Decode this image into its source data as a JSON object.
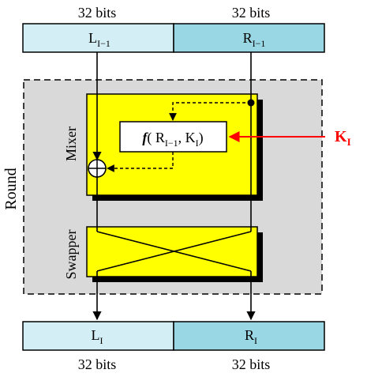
{
  "diagram": {
    "top_row": {
      "left_bits": "32 bits",
      "right_bits": "32 bits",
      "left_label": "L",
      "left_sub": "I−1",
      "right_label": "R",
      "right_sub": "I−1"
    },
    "round_label": "Round",
    "mixer_label": "Mixer",
    "swapper_label": "Swapper",
    "function": {
      "f": "f",
      "open": "( R",
      "r_sub": "I−1",
      "comma_k": ", K",
      "k_sub": "I",
      "close": ")"
    },
    "key_input": {
      "label": "K",
      "sub": "I"
    },
    "xor_symbol": "⊕",
    "bottom_row": {
      "left_bits": "32 bits",
      "right_bits": "32 bits",
      "left_label": "L",
      "left_sub": "I",
      "right_label": "R",
      "right_sub": "I"
    },
    "colors": {
      "left_block": "#d3eef5",
      "right_block": "#9ad7e4",
      "round_bg": "#d9d9d9",
      "mixer_fill": "#ffff00",
      "key_arrow": "#ff0000"
    }
  }
}
